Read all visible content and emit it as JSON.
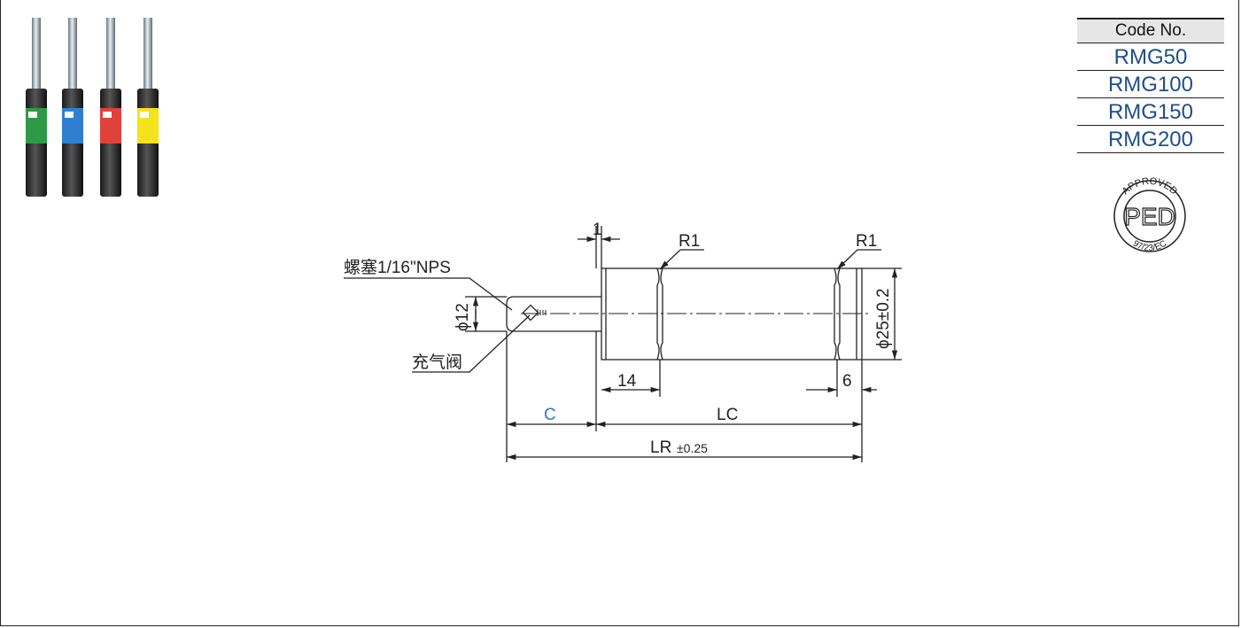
{
  "code_table": {
    "header": "Code No.",
    "rows": [
      "RMG50",
      "RMG100",
      "RMG150",
      "RMG200"
    ]
  },
  "ped_mark": {
    "top_text": "APPROVED",
    "center_text": "PED",
    "bottom_text": "97/23/EC"
  },
  "product_photo": {
    "label_colors": [
      "#2e9a48",
      "#2f7fd1",
      "#e0413a",
      "#f4e21c"
    ]
  },
  "drawing": {
    "plug_label": "螺塞1/16\"NPS",
    "valve_label": "充气阀",
    "dim_gap": "1",
    "dim_r1_left": "R1",
    "dim_r1_right": "R1",
    "dim_rod_dia": "ϕ12",
    "dim_body_dia": "ϕ25±0.2",
    "dim_14": "14",
    "dim_6": "6",
    "dim_c": "C",
    "dim_lc": "LC",
    "dim_lr": "LR",
    "dim_lr_tol": "±0.25"
  },
  "colors": {
    "accent_blue": "#1f4e8c",
    "dim_c_color": "#2b7bbf"
  }
}
